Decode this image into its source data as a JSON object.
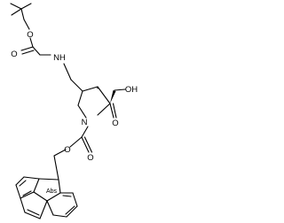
{
  "structure": {
    "atom_labels": {
      "boc_ester_o": "O",
      "boc_carbonyl_o": "O",
      "carbamate_nh": "NH",
      "ring_n": "N",
      "acid_oh": "OH",
      "acid_carbonyl_o": "O",
      "fmoc_carbonyl_o": "O",
      "fmoc_ester_o": "O"
    },
    "stereo_labels": {
      "fluorenyl_c9": "Abs"
    },
    "colors": {
      "ink": "#000000",
      "background": "#ffffff"
    }
  }
}
